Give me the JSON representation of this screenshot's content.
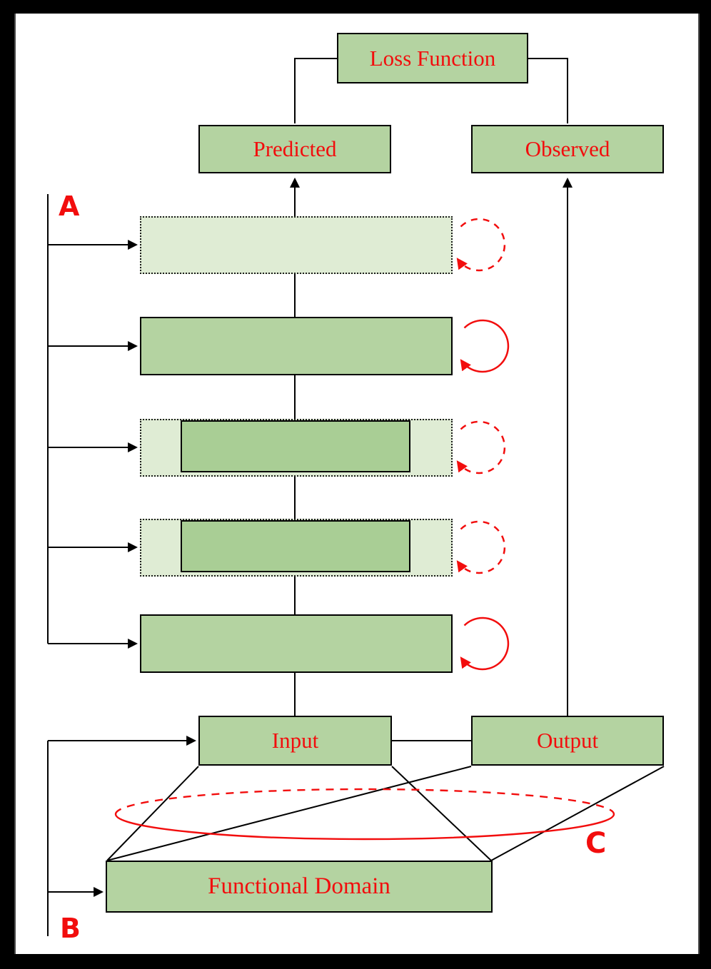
{
  "diagram": {
    "boxes": {
      "loss_function": {
        "label": "Loss Function"
      },
      "predicted": {
        "label": "Predicted"
      },
      "observed": {
        "label": "Observed"
      },
      "input": {
        "label": "Input"
      },
      "output": {
        "label": "Output"
      },
      "functional_domain": {
        "label": "Functional Domain"
      }
    },
    "annotations": {
      "a": "A",
      "b": "B",
      "c": "C"
    },
    "layers": [
      {
        "index": 1,
        "style": "dotted-light",
        "self_loop": "dashed-red"
      },
      {
        "index": 2,
        "style": "solid-green",
        "self_loop": "solid-red"
      },
      {
        "index": 3,
        "style": "dotted-light-with-solid-core",
        "self_loop": "dashed-red"
      },
      {
        "index": 4,
        "style": "dotted-light-with-solid-core",
        "self_loop": "dashed-red"
      },
      {
        "index": 5,
        "style": "solid-green",
        "self_loop": "solid-red"
      }
    ],
    "domain_ellipse": {
      "top_arc": "dashed-red",
      "bottom_arc": "solid-red"
    },
    "colors": {
      "box_green": "#b4d3a1",
      "light_green": "#dfecd4",
      "core_green": "#a9ce95",
      "accent_red": "#f20d0d",
      "line_black": "#000000",
      "frame_black": "#000000",
      "background_white": "#ffffff"
    }
  }
}
